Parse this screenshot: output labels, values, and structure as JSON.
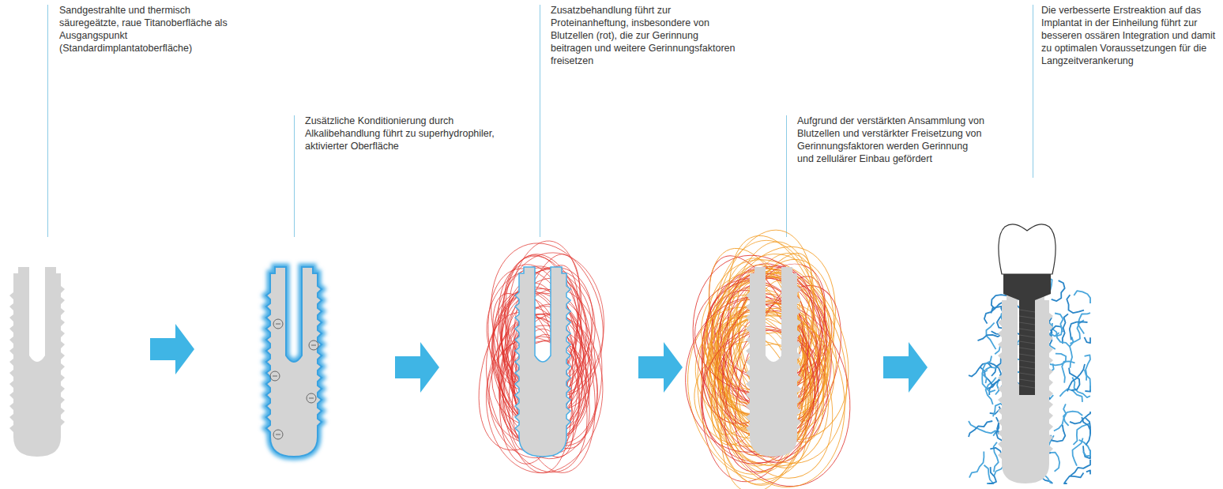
{
  "diagram": {
    "labels": [
      "Sandgestrahlte und thermisch säuregeätzte, raue Titanoberfläche als Ausgangspunkt (Standardimplantatoberfläche)",
      "Zusätzliche Konditionierung durch Alkalibehandlung führt zu superhydrophiler, aktivierter Oberfläche",
      "Zusatzbehandlung führt zur Proteinanheftung, insbesondere von Blutzellen (rot), die zur Gerinnung beitragen und weitere Gerinnungsfaktoren freisetzen",
      "Aufgrund der verstärkten Ansammlung von Blutzellen und verstärkter Freisetzung von Gerinnungsfaktoren werden Gerinnung und zellulärer Einbau gefördert",
      "Die verbesserte Erstreaktion auf das Implantat in der Einheilung führt zur besseren ossären Integration und damit zu optimalen Voraussetzungen für die Langzeitverankerung"
    ]
  }
}
